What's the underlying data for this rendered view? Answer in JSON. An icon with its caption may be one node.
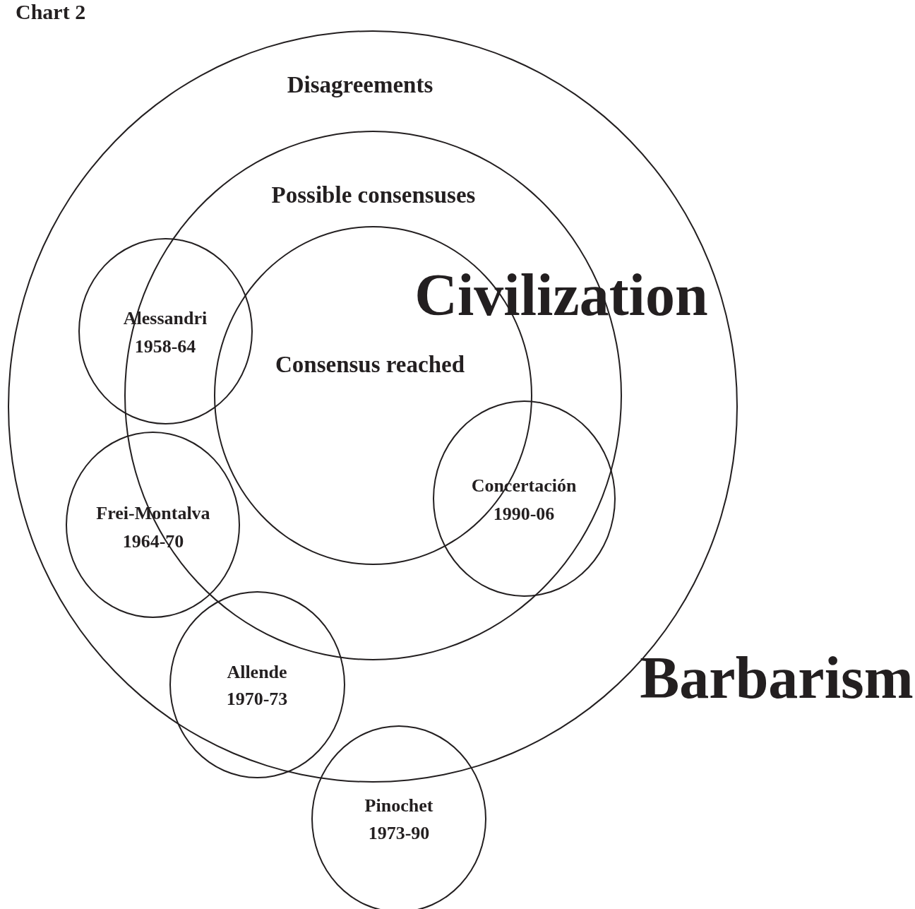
{
  "diagram": {
    "title": "Chart 2",
    "nodes": [
      {
        "text": [
          "Disagreements"
        ]
      },
      {
        "text": [
          "Possible consensuses"
        ],
        "in": 0
      },
      {
        "text": [
          "Consensus reached"
        ],
        "in": 1
      },
      {
        "text": [
          "Alessandri",
          "1958-64"
        ],
        "in": 0
      },
      {
        "text": [
          "Frei-Montalva",
          "1964-70"
        ],
        "in": 0
      },
      {
        "text": [
          "Concertación",
          "1990-06"
        ],
        "in": 1
      },
      {
        "text": [
          "Allende",
          "1970-73"
        ],
        "in": 0
      },
      {
        "text": [
          "Pinochet",
          "1973-90"
        ]
      }
    ],
    "edges": [],
    "labels": [
      "Civilization",
      "Barbarism"
    ]
  }
}
